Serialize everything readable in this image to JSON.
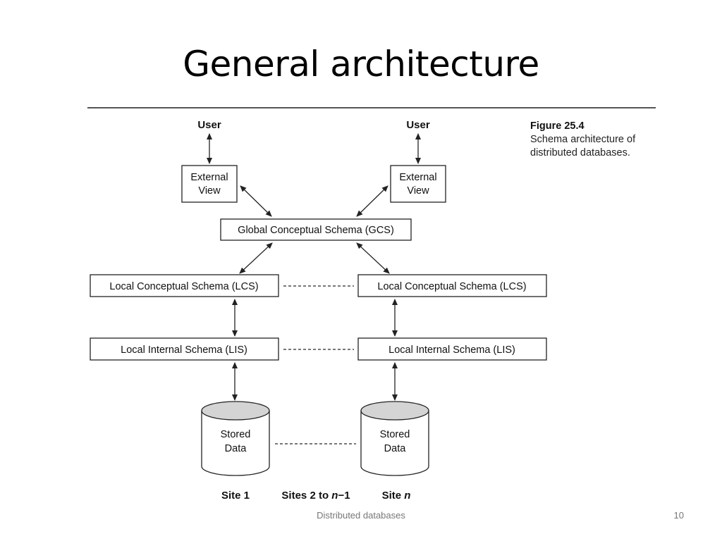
{
  "slide": {
    "title": "General architecture",
    "footer": "Distributed databases",
    "page_number": "10"
  },
  "figure": {
    "number": "Figure 25.4",
    "caption_line1": "Schema architecture of",
    "caption_line2": "distributed databases."
  },
  "diagram": {
    "user_left": "User",
    "user_right": "User",
    "external_view_left": [
      "External",
      "View"
    ],
    "external_view_right": [
      "External",
      "View"
    ],
    "gcs": "Global Conceptual Schema (GCS)",
    "lcs_left": "Local Conceptual Schema (LCS)",
    "lcs_right": "Local Conceptual Schema (LCS)",
    "lis_left": "Local Internal Schema (LIS)",
    "lis_right": "Local Internal Schema (LIS)",
    "stored_left": [
      "Stored",
      "Data"
    ],
    "stored_right": [
      "Stored",
      "Data"
    ],
    "site_1": "Site 1",
    "site_middle_prefix": "Sites 2 to ",
    "site_middle_var": "n",
    "site_middle_suffix": "−1",
    "site_n_prefix": "Site ",
    "site_n_var": "n"
  }
}
